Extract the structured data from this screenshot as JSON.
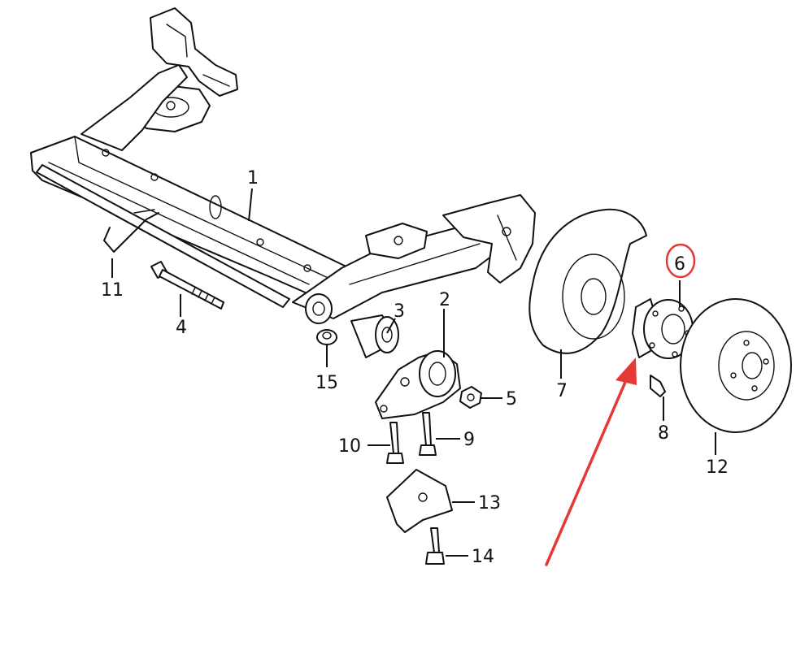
{
  "diagram": {
    "parts": [
      {
        "id": "1",
        "label": "1"
      },
      {
        "id": "2",
        "label": "2"
      },
      {
        "id": "3",
        "label": "3"
      },
      {
        "id": "4",
        "label": "4"
      },
      {
        "id": "5",
        "label": "5"
      },
      {
        "id": "6",
        "label": "6"
      },
      {
        "id": "7",
        "label": "7"
      },
      {
        "id": "8",
        "label": "8"
      },
      {
        "id": "9",
        "label": "9"
      },
      {
        "id": "10",
        "label": "10"
      },
      {
        "id": "11",
        "label": "11"
      },
      {
        "id": "12",
        "label": "12"
      },
      {
        "id": "13",
        "label": "13"
      },
      {
        "id": "14",
        "label": "14"
      },
      {
        "id": "15",
        "label": "15"
      }
    ],
    "highlighted_part": "6",
    "highlight_color": "#e53935",
    "arrow_color": "#e53935",
    "line_color": "#111111"
  }
}
